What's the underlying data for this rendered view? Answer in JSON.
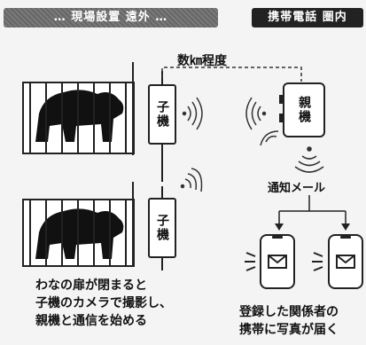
{
  "header": {
    "left_title": "… 現場設置 遠外 …",
    "right_title": "携帯電話 圏内"
  },
  "distance_label": "数㎞程度",
  "devices": {
    "child_label": "子機",
    "parent_label": "親機"
  },
  "notification_label": "通知メール",
  "captions": {
    "left_lines": [
      "わなの扉が閉まると",
      "子機のカメラで撮影し、",
      "親機と通信を始める"
    ],
    "right_lines": [
      "登録した関係者の",
      "携帯に写真が届く"
    ]
  }
}
